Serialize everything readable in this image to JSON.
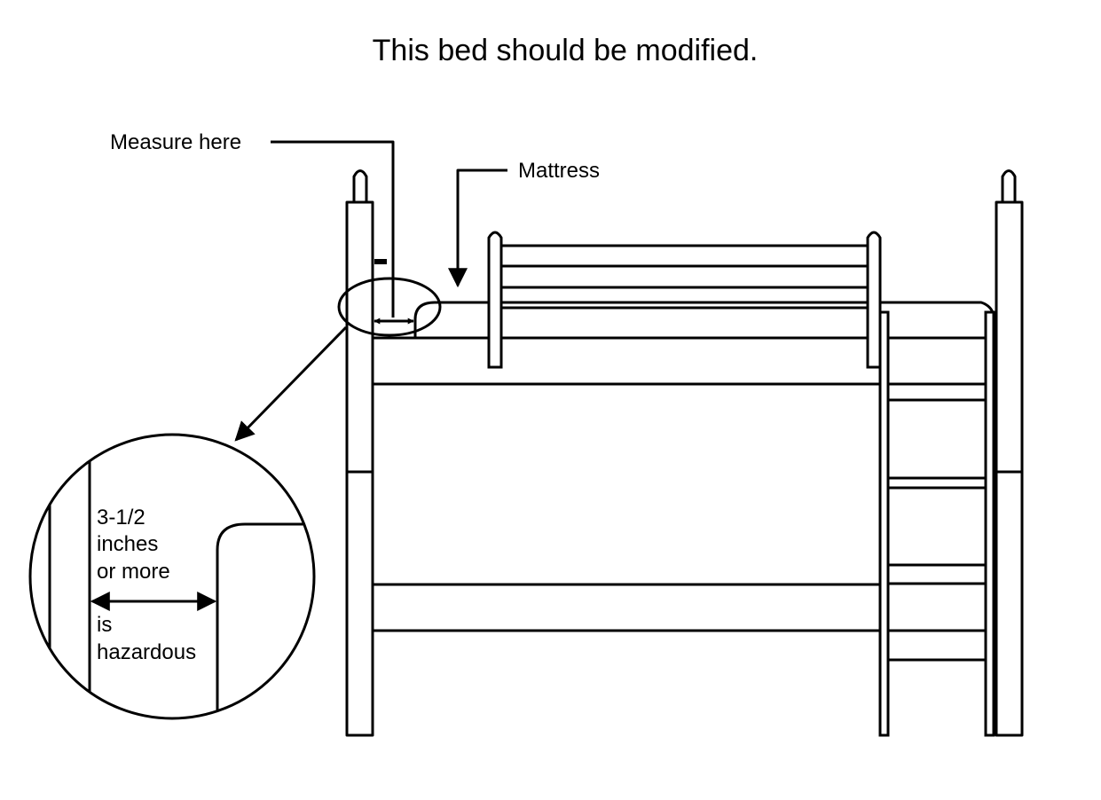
{
  "title": "This bed should be modified.",
  "callouts": {
    "measure_here": "Measure here",
    "mattress": "Mattress"
  },
  "detail": {
    "line1": "3-1/2",
    "line2": "inches",
    "line3": "or more",
    "line4": "is",
    "line5": "hazardous"
  }
}
